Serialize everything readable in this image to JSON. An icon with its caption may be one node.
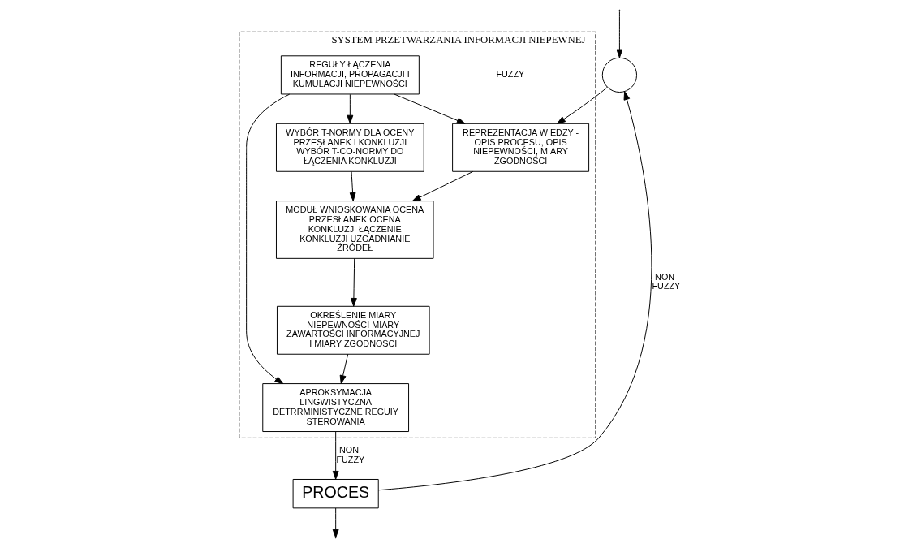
{
  "diagram": {
    "nodes": [
      {
        "text": [
          "SYSTEM PRZETWARZANIA INFORMACJI NIEPEWNEJ",
          "FUZZY"
        ]
      },
      {
        "text": [
          "REGUŁY ŁĄCZENIA INFORMACJI, PROPAGACJI I KUMULACJI NIEPEWNOŚCI"
        ],
        "in": 0
      },
      {
        "text": [
          "REPREZENTACJA WIEDZY - OPIS PROCESU, OPIS NIEPEWNOŚCI, MIARY ZGODNOŚCI"
        ],
        "in": 0
      },
      {
        "text": [
          "WYBÓR T-NORMY DLA OCENY PRZESŁANEK I KONKLUZJI WYBÓR T-CO-NORMY DO ŁĄCZENIA KONKLUZJI"
        ],
        "in": 0
      },
      {
        "text": [
          "APROKSYMACJA LINGWISTYCZNA DETRRMINISTYCZNE REGUIY STEROWANIA"
        ],
        "in": 0
      },
      {
        "text": [],
        "shape": "circle"
      },
      {
        "text": [
          "MODUŁ WNIOSKOWANIA OCENA PRZESŁANEK OCENA KONKLUZJI ŁĄCZENIE KONKLUZJI UZGADNIANIE ŹRÓDEŁ"
        ],
        "in": 0
      },
      {
        "text": [
          "OKREŚLENIE MIARY NIEPEWNOŚCI MIARY ZAWARTOŚCI INFORMACYJNEJ I MIARY ZGODNOŚCI"
        ],
        "in": 0
      },
      {
        "text": [
          "PROCES"
        ]
      }
    ],
    "edges": [
      {
        "from": 1,
        "to": 2,
        "arrow": "to"
      },
      {
        "from": 1,
        "to": 3,
        "arrow": "to"
      },
      {
        "from": 1,
        "to": 4,
        "arrow": "to"
      },
      {
        "from": 5,
        "to": 2,
        "arrow": "to"
      },
      {
        "from": 2,
        "to": 6,
        "arrow": "to"
      },
      {
        "from": 3,
        "to": 6,
        "arrow": "to"
      },
      {
        "from": 6,
        "to": 7,
        "arrow": "to"
      },
      {
        "from": 7,
        "to": 4,
        "arrow": "to"
      },
      {
        "from": 4,
        "to": 8,
        "arrow": "to",
        "label": "NON-FUZZY"
      },
      {
        "from": null,
        "to": 5,
        "arrow": "to"
      },
      {
        "from": 8,
        "to": null,
        "arrow": "to"
      },
      {
        "from": 8,
        "to": 5,
        "arrow": "to",
        "label": "NON-FUZZY"
      }
    ]
  }
}
